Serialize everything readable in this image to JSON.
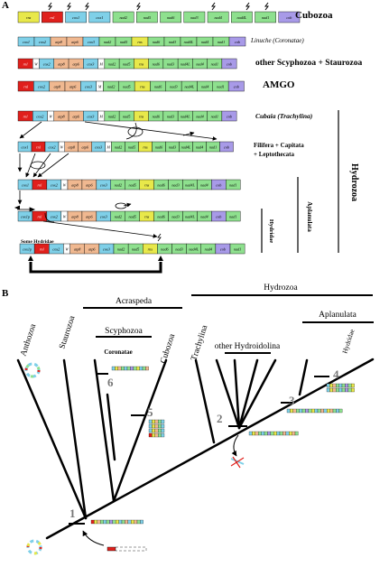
{
  "panel_a": {
    "letter": "A",
    "labels": {
      "cubozoa": "Cubozoa",
      "linuche": "Linuche (Coronatae)",
      "other_scyphozoa": "other Scyphozoa + Staurozoa",
      "amgo": "AMGO",
      "cubaia": "Cubaia (Trachylina)",
      "filifera_1": "Filifera + Capitata",
      "filifera_2": "+ Leptothecata",
      "some_hydridae": "Some Hydridae"
    },
    "side_labels": {
      "hydrozoa": "Hydrozoa",
      "aplanulata": "Aplanulata",
      "hydridae": "Hydridae"
    },
    "gene_rows": {
      "row1": [
        "rns",
        "rnl",
        "cox1",
        "cox1",
        "nad2",
        "nad5",
        "nad6",
        "nad3",
        "nad4",
        "nad4L",
        "nad1",
        "cob"
      ],
      "row2": [
        "cox1",
        "cox2",
        "atp8",
        "atp6",
        "cox3",
        "nad2",
        "nad5",
        "rns",
        "nad6",
        "nad3",
        "nad4L",
        "nad4",
        "nad1",
        "cob"
      ],
      "row3": [
        "rnl",
        "W",
        "cox2",
        "atp8",
        "atp6",
        "cox3",
        "M",
        "nad2",
        "nad5",
        "rns",
        "nad6",
        "nad3",
        "nad4L",
        "nad4",
        "nad1",
        "cob"
      ],
      "row4": [
        "rnl",
        "cox2",
        "atp8",
        "atp6",
        "cox3",
        "M",
        "nad2",
        "nad5",
        "rns",
        "nad6",
        "nad3",
        "nad4L",
        "nad4",
        "nad1",
        "cob"
      ],
      "row5": [
        "rnl",
        "cox2",
        "W",
        "atp8",
        "atp6",
        "cox3",
        "M",
        "nad2",
        "nad5",
        "rns",
        "nad6",
        "nad3",
        "nad4L",
        "nad4",
        "nad1",
        "cob"
      ],
      "row6": [
        "cox1",
        "rnl",
        "cox2",
        "W",
        "atp8",
        "atp6",
        "cox3",
        "M",
        "nad2",
        "nad5",
        "rns",
        "nad6",
        "nad3",
        "nad4L",
        "nad4",
        "nad1",
        "cob"
      ],
      "row7": [
        "cox1",
        "rnl",
        "cox2",
        "W",
        "atp8",
        "atp6",
        "cox3",
        "nad2",
        "nad5",
        "rns",
        "nad6",
        "nad3",
        "nad4L",
        "nad4",
        "cob",
        "nad1"
      ],
      "row8": [
        "cox1p",
        "rnl",
        "cox2",
        "W",
        "atp8",
        "atp6",
        "cox3",
        "nad2",
        "nad5",
        "rns",
        "nad6",
        "nad3",
        "nad4L",
        "nad4",
        "cob",
        "nad1"
      ],
      "row9": [
        "cox1p",
        "rnl",
        "cox2",
        "W",
        "atp8",
        "atp6",
        "cox3",
        "nad2",
        "nad5",
        "rns",
        "nad6",
        "nad3",
        "nad4L",
        "nad4",
        "cob",
        "nad1"
      ]
    },
    "colors": {
      "rnl": "#e0201c",
      "rns": "#e8e84a",
      "cox": "#7fd0e8",
      "atp": "#f0b890",
      "nad": "#8ee08e",
      "cob": "#a89ae8",
      "trna": "#ffffff"
    }
  },
  "panel_b": {
    "letter": "B",
    "group_labels": {
      "acraspeda": "Acraspeda",
      "hydrozoa": "Hydrozoa",
      "scyphozoa": "Scyphozoa",
      "aplanulata": "Aplanulata",
      "coronatae": "Coronatae",
      "other_hydroidolina": "other Hydroidolina"
    },
    "taxa": [
      "Anthozoa",
      "Staurozoa",
      "Cubozoa",
      "Trachylina",
      "Hydridae"
    ],
    "nodes": [
      "1",
      "2",
      "3",
      "4",
      "5",
      "6"
    ]
  }
}
